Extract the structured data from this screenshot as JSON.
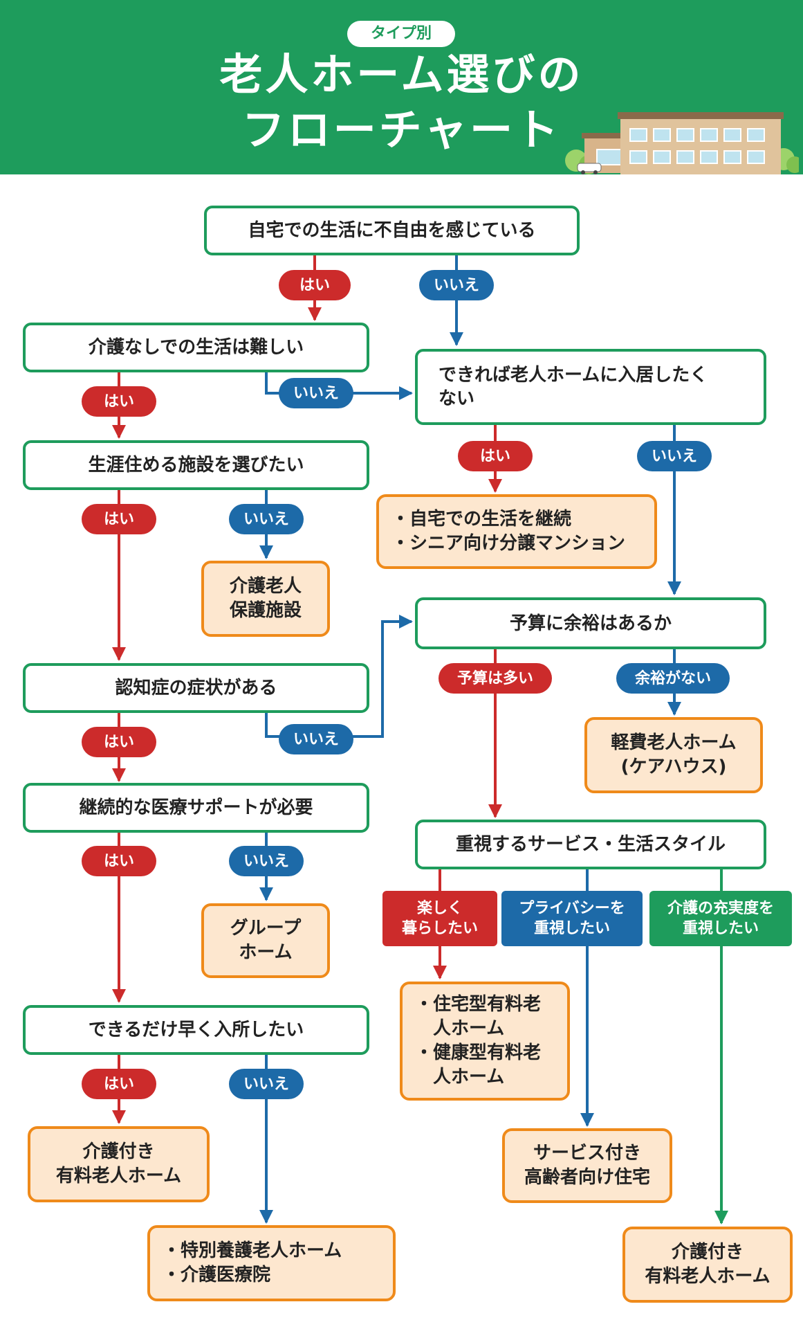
{
  "header": {
    "tag": "タイプ別",
    "title_line1": "老人ホーム選びの",
    "title_line2": "フローチャート"
  },
  "labels": {
    "yes": "はい",
    "no": "いいえ",
    "budget_high": "予算は多い",
    "budget_low": "余裕がない",
    "fun": "楽しく\n暮らしたい",
    "privacy": "プライバシーを\n重視したい",
    "care_quality": "介護の充実度を\n重視したい"
  },
  "questions": {
    "q1": "自宅での生活に不自由を感じている",
    "q2": "介護なしでの生活は難しい",
    "q3": "できれば老人ホームに入居したく\nない",
    "q4": "生涯住める施設を選びたい",
    "q5": "予算に余裕はあるか",
    "q6": "認知症の症状がある",
    "q7": "継続的な医療サポートが必要",
    "q8": "重視するサービス・生活スタイル",
    "q9": "できるだけ早く入所したい"
  },
  "results": {
    "r_home": "・自宅での生活を継続\n・シニア向け分譲マンション",
    "r_roken": "介護老人\n保護施設",
    "r_cheap": "軽費老人ホーム\n(ケアハウス)",
    "r_group": "グループ\nホーム",
    "r_jutaku": "・住宅型有料老\n　人ホーム\n・健康型有料老\n　人ホーム",
    "r_kaigo_left": "介護付き\n有料老人ホーム",
    "r_sakoju": "サービス付き\n高齢者向け住宅",
    "r_tokuyo": "・特別養護老人ホーム\n・介護医療院",
    "r_kaigo_right": "介護付き\n有料老人ホーム"
  },
  "colors": {
    "green": "#1e9c5c",
    "yes_red": "#cc2b2b",
    "no_blue": "#1d6aa8",
    "result_fill": "#fde7cf",
    "result_border": "#ef8a1a"
  }
}
